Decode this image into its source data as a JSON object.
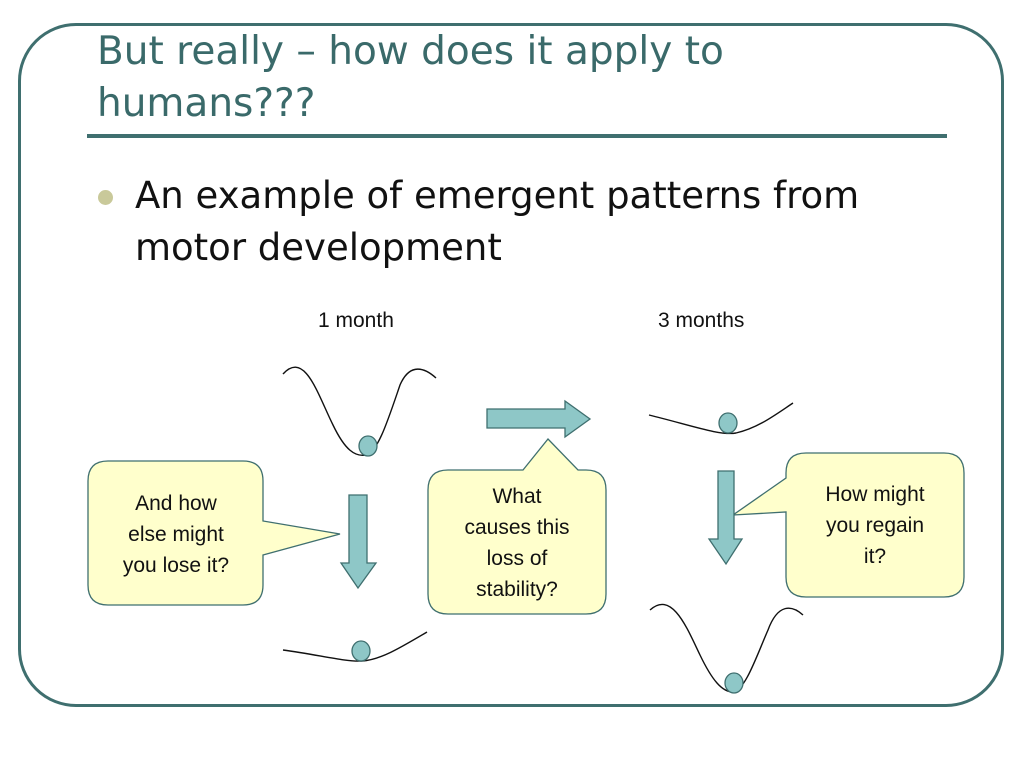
{
  "slide": {
    "title": "But really – how does it apply to\nhumans???",
    "bullet": "An example of emergent patterns from motor development"
  },
  "diagram": {
    "time_labels": [
      "1 month",
      "3 months"
    ],
    "callouts": [
      "And how\nelse might\nyou lose it?",
      "What\ncauses this\nloss of\nstability?",
      "How might\nyou regain\nit?"
    ]
  },
  "colors": {
    "frame": "#3f6f6f",
    "title": "#3a6a6a",
    "arrow_fill": "#8ec7c7",
    "callout_fill": "#ffffcc",
    "ball_fill": "#8ec7c7"
  }
}
